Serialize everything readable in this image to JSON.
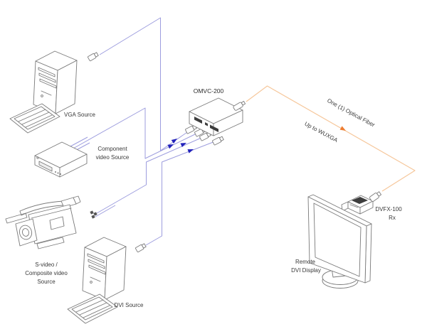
{
  "colors": {
    "background": "#ffffff",
    "cable_blue": "#9d9dde",
    "cable_arrow_blue": "#2222bb",
    "fiber_orange": "#f6c79b",
    "fiber_arrow_orange": "#ed7d31",
    "line_art_gray": "#7a7a7a",
    "text": "#3a3a3a"
  },
  "devices": {
    "vga_source": {
      "lines": [
        "VGA Source"
      ]
    },
    "component_source": {
      "lines": [
        "Component",
        "video Source"
      ]
    },
    "svideo_source": {
      "lines": [
        "S-video /",
        "Composite video",
        "Source"
      ]
    },
    "dvi_source": {
      "lines": [
        "DVI Source"
      ]
    },
    "omvc200": {
      "lines": [
        "OMVC-200"
      ]
    },
    "dvfx100": {
      "lines": [
        "DVFX-100",
        "Rx"
      ]
    },
    "remote_display": {
      "lines": [
        "Remote",
        "DVI Display"
      ]
    }
  },
  "annotations": {
    "fiber_label": "One (1) Optical Fiber",
    "resolution_label": "Up to WUXGA"
  }
}
